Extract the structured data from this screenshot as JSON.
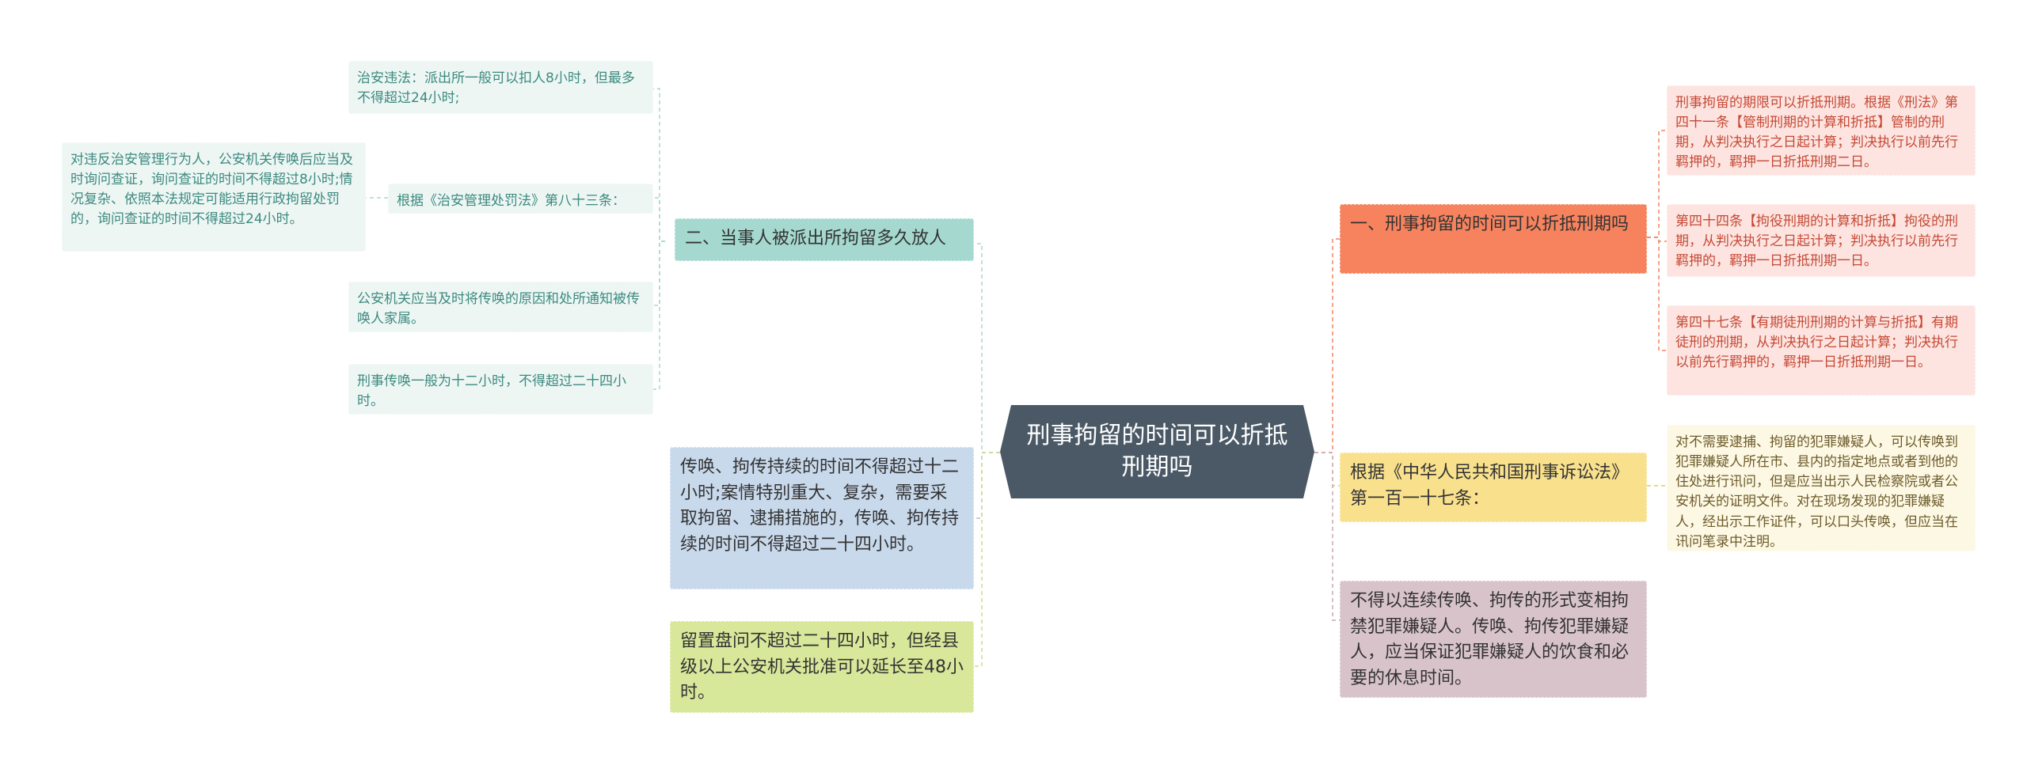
{
  "central": {
    "title": "刑事拘留的时间可以折抵刑期吗"
  },
  "left": {
    "branch_police": {
      "label": "二、当事人被派出所拘留多久放人",
      "children": [
        {
          "text": "治安违法：派出所一般可以扣人8小时，但最多不得超过24小时;"
        },
        {
          "text": "根据《治安管理处罚法》第八十三条：",
          "child": "对违反治安管理行为人，公安机关传唤后应当及时询问查证，询问查证的时间不得超过8小时;情况复杂、依照本法规定可能适用行政拘留处罚的，询问查证的时间不得超过24小时。"
        },
        {
          "text": "公安机关应当及时将传唤的原因和处所通知被传唤人家属。"
        },
        {
          "text": "刑事传唤一般为十二小时，不得超过二十四小时。"
        }
      ]
    },
    "branch_summons": {
      "label": "传唤、拘传持续的时间不得超过十二小时;案情特别重大、复杂，需要采取拘留、逮捕措施的，传唤、拘传持续的时间不得超过二十四小时。"
    },
    "branch_detention": {
      "label": "留置盘问不超过二十四小时，但经县级以上公安机关批准可以延长至48小时。"
    }
  },
  "right": {
    "branch_offset": {
      "label": "一、刑事拘留的时间可以折抵刑期吗",
      "children": [
        {
          "text": "刑事拘留的期限可以折抵刑期。根据《刑法》第四十一条【管制刑期的计算和折抵】管制的刑期，从判决执行之日起计算；判决执行以前先行羁押的，羁押一日折抵刑期二日。"
        },
        {
          "text": "第四十四条【拘役刑期的计算和折抵】拘役的刑期，从判决执行之日起计算；判决执行以前先行羁押的，羁押一日折抵刑期一日。"
        },
        {
          "text": "第四十七条【有期徒刑刑期的计算与折抵】有期徒刑的刑期，从判决执行之日起计算；判决执行以前先行羁押的，羁押一日折抵刑期一日。"
        }
      ]
    },
    "branch_law": {
      "label": "根据《中华人民共和国刑事诉讼法》第一百一十七条：",
      "child": "对不需要逮捕、拘留的犯罪嫌疑人，可以传唤到犯罪嫌疑人所在市、县内的指定地点或者到他的住处进行讯问，但是应当出示人民检察院或者公安机关的证明文件。对在现场发现的犯罪嫌疑人，经出示工作证件，可以口头传唤，但应当在讯问笔录中注明。"
    },
    "branch_ban": {
      "label": "不得以连续传唤、拘传的形式变相拘禁犯罪嫌疑人。传唤、拘传犯罪嫌疑人，应当保证犯罪嫌疑人的饮食和必要的休息时间。"
    }
  },
  "colors": {
    "central": "#4b5966",
    "teal": "#a5d9cf",
    "blue": "#c8d9ec",
    "lime": "#d7e89a",
    "orange": "#f6835e",
    "yellow": "#f8e08d",
    "mauve": "#d8c3cb",
    "note_mint": "#edf6f3",
    "note_pink": "#fde4e0",
    "note_cream": "#fdf8e4"
  }
}
